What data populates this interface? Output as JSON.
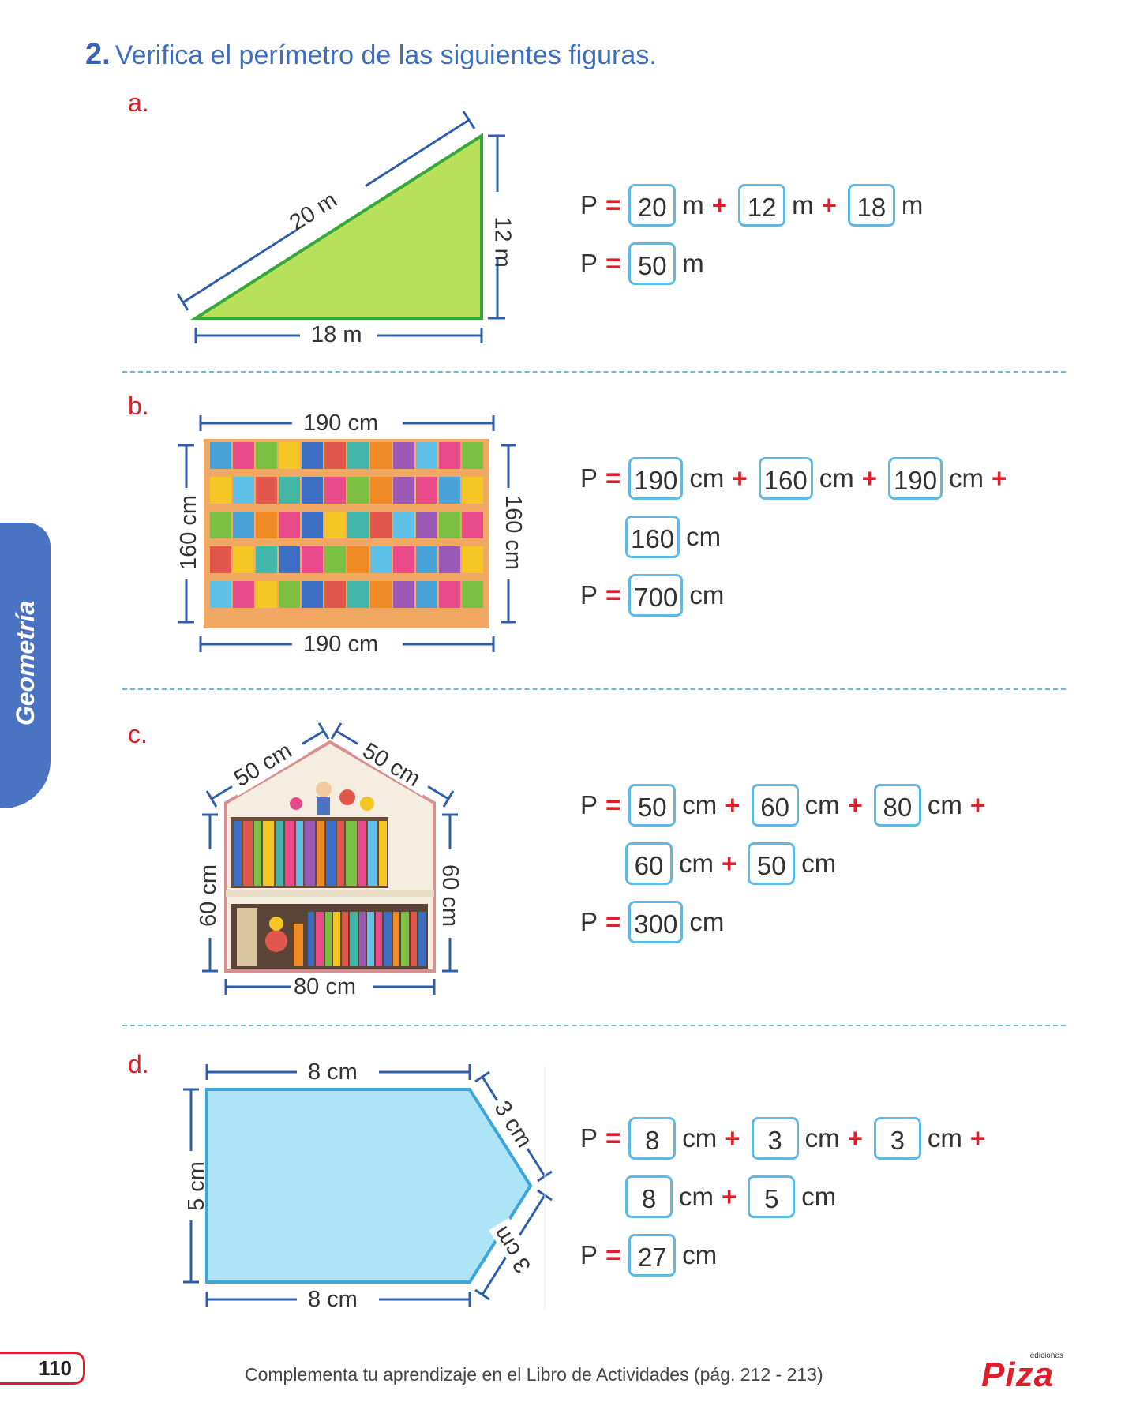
{
  "exercise": {
    "number": "2.",
    "instruction": "Verifica el perímetro de las siguientes figuras."
  },
  "side_tab": "Geometría",
  "problems": [
    {
      "letter": "a.",
      "figure": "triangle",
      "dims": {
        "hyp": "20 m",
        "right": "12 m",
        "base": "18 m"
      },
      "rows": [
        {
          "prefix": "P",
          "eq": "=",
          "terms": [
            {
              "value": "20",
              "unit": "m",
              "op": "+"
            },
            {
              "value": "12",
              "unit": "m",
              "op": "+"
            },
            {
              "value": "18",
              "unit": "m",
              "op": ""
            }
          ]
        },
        {
          "prefix": "P",
          "eq": "=",
          "terms": [
            {
              "value": "50",
              "unit": "m",
              "op": ""
            }
          ]
        }
      ]
    },
    {
      "letter": "b.",
      "figure": "bookshelf",
      "dims": {
        "top": "190 cm",
        "bottom": "190 cm",
        "left": "160 cm",
        "right": "160 cm"
      },
      "rows": [
        {
          "prefix": "P",
          "eq": "=",
          "terms": [
            {
              "value": "190",
              "unit": "cm",
              "op": "+"
            },
            {
              "value": "160",
              "unit": "cm",
              "op": "+"
            },
            {
              "value": "190",
              "unit": "cm",
              "op": "+"
            }
          ]
        },
        {
          "prefix": "",
          "eq": "",
          "terms": [
            {
              "value": "160",
              "unit": "cm",
              "op": ""
            }
          ]
        },
        {
          "prefix": "P",
          "eq": "=",
          "terms": [
            {
              "value": "700",
              "unit": "cm",
              "op": ""
            }
          ]
        }
      ]
    },
    {
      "letter": "c.",
      "figure": "house-shelf",
      "dims": {
        "roof_left": "50 cm",
        "roof_right": "50 cm",
        "left": "60 cm",
        "right": "60 cm",
        "bottom": "80 cm"
      },
      "rows": [
        {
          "prefix": "P",
          "eq": "=",
          "terms": [
            {
              "value": "50",
              "unit": "cm",
              "op": "+"
            },
            {
              "value": "60",
              "unit": "cm",
              "op": "+"
            },
            {
              "value": "80",
              "unit": "cm",
              "op": "+"
            }
          ]
        },
        {
          "prefix": "",
          "eq": "",
          "terms": [
            {
              "value": "60",
              "unit": "cm",
              "op": "+"
            },
            {
              "value": "50",
              "unit": "cm",
              "op": ""
            }
          ]
        },
        {
          "prefix": "P",
          "eq": "=",
          "terms": [
            {
              "value": "300",
              "unit": "cm",
              "op": ""
            }
          ]
        }
      ]
    },
    {
      "letter": "d.",
      "figure": "pentagon",
      "dims": {
        "top": "8 cm",
        "bottom": "8 cm",
        "left": "5 cm",
        "upper_right": "3 cm",
        "lower_right": "3 cm"
      },
      "rows": [
        {
          "prefix": "P",
          "eq": "=",
          "terms": [
            {
              "value": "8",
              "unit": "cm",
              "op": "+"
            },
            {
              "value": "3",
              "unit": "cm",
              "op": "+"
            },
            {
              "value": "3",
              "unit": "cm",
              "op": "+"
            }
          ]
        },
        {
          "prefix": "",
          "eq": "",
          "terms": [
            {
              "value": "8",
              "unit": "cm",
              "op": "+"
            },
            {
              "value": "5",
              "unit": "cm",
              "op": ""
            }
          ]
        },
        {
          "prefix": "P",
          "eq": "=",
          "terms": [
            {
              "value": "27",
              "unit": "cm",
              "op": ""
            }
          ]
        }
      ]
    }
  ],
  "footer": {
    "page_number": "110",
    "note": "Complementa tu aprendizaje en el Libro de Actividades (pág. 212 - 213)",
    "logo_small": "ediciones",
    "logo_main": "Piza"
  },
  "colors": {
    "heading_blue": "#3d6fc0",
    "accent_red": "#e01e2a",
    "box_border": "#5fb9e4",
    "triangle_fill": "#b8e05a",
    "pentagon_fill": "#ade4f7",
    "dimension_line": "#2f5fa8"
  }
}
